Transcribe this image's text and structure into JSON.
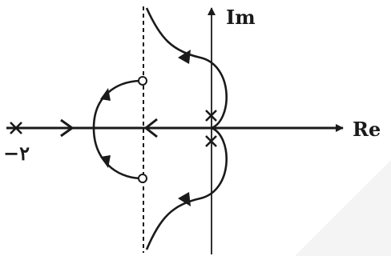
{
  "diagram": {
    "axis_labels": {
      "imaginary": "Im",
      "real": "Re"
    },
    "tick_labels": {
      "left_pole": "−۲"
    },
    "colors": {
      "ink": "#1a1a1a",
      "background": "#ffffff"
    }
  }
}
